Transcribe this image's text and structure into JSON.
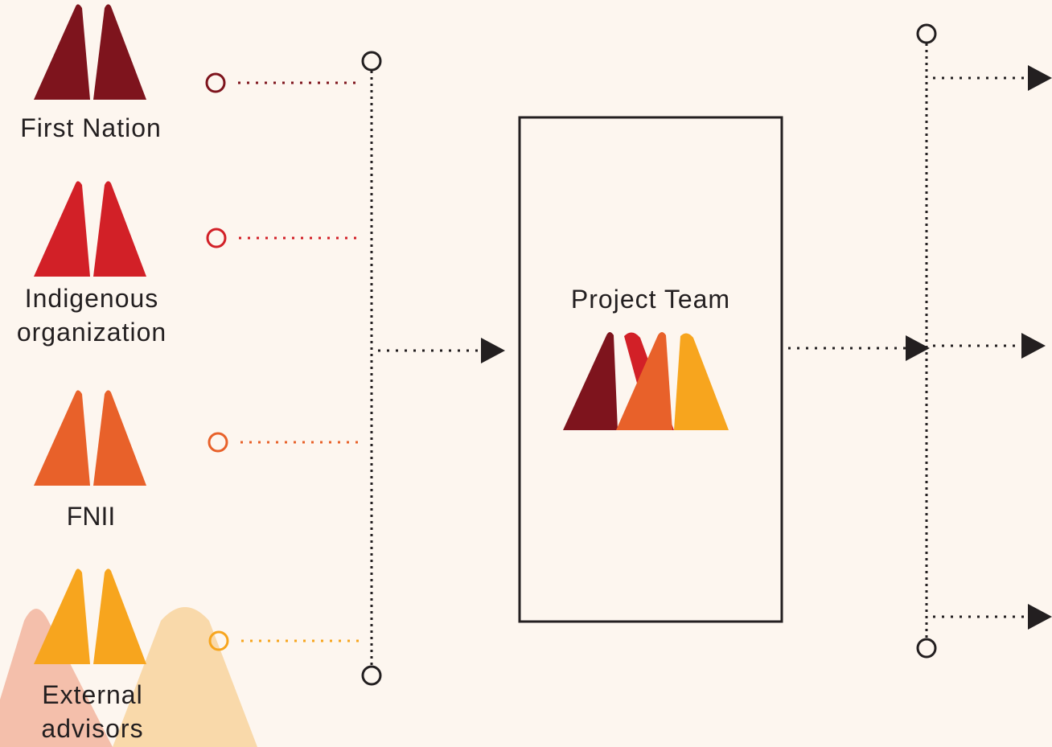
{
  "stakeholders": [
    {
      "name": "First Nation",
      "lines": [
        "First Nation"
      ],
      "color": "#7e141d"
    },
    {
      "name": "Indigenous organization",
      "lines": [
        "Indigenous",
        "organization"
      ],
      "color": "#d22027"
    },
    {
      "name": "FNII",
      "lines": [
        "FNII"
      ],
      "color": "#e8612a"
    },
    {
      "name": "External advisors",
      "lines": [
        "External",
        "advisors"
      ],
      "color": "#f7a51e"
    }
  ],
  "project_team": {
    "title": "Project Team"
  },
  "icons": {
    "stakeholder_logo": "double-peak-logo-icon",
    "team_logo": "combined-peaks-logo-icon",
    "connector_start": "hollow-circle-icon",
    "connector_end": "arrowhead-icon"
  },
  "colors": {
    "background": "#fdf6ef",
    "line": "#231f20",
    "decor_pink": "#f3b9a3",
    "decor_peach": "#f9d7a5"
  }
}
